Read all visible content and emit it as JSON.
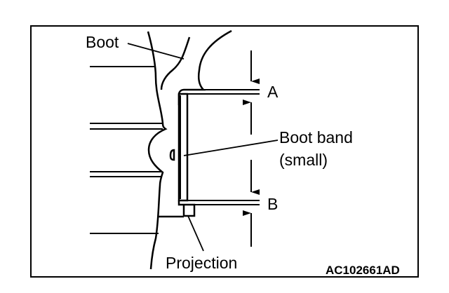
{
  "diagram": {
    "labels": {
      "boot": "Boot",
      "a": "A",
      "boot_band_line1": "Boot band",
      "boot_band_line2": "(small)",
      "b": "B",
      "projection": "Projection"
    },
    "figure_code": "AC102661AD"
  }
}
